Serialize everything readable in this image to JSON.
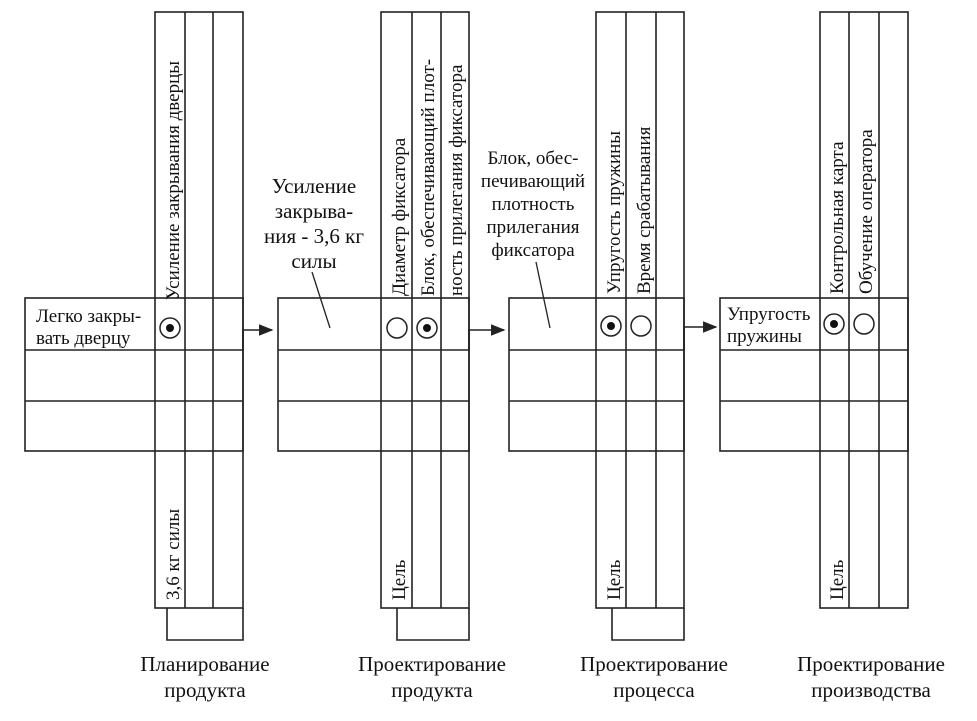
{
  "stage1": {
    "row_label": [
      "Легко закры-",
      "вать дверцу"
    ],
    "col1_top": "Усиление закрывания дверцы",
    "col1_bottom": "3,6 кг силы",
    "caption": [
      "Планирование",
      "продукта"
    ]
  },
  "stage2": {
    "row_label": [
      "Усиление",
      "закрыва-",
      "ния - 3,6 кг",
      "силы"
    ],
    "col1_top": "Диаметр фиксатора",
    "col2_top": [
      "Блок, обеспечивающий плот-",
      "ность прилегания фиксатора"
    ],
    "col1_bottom": "Цель",
    "caption": [
      "Проектирование",
      "продукта"
    ]
  },
  "stage3": {
    "row_label": [
      "Блок, обес-",
      "печивающий",
      "плотность",
      "прилегания",
      "фиксатора"
    ],
    "col1_top": "Упругость пружины",
    "col2_top": "Время срабатывания",
    "col1_bottom": "Цель",
    "caption": [
      "Проектирование",
      "процесса"
    ]
  },
  "stage4": {
    "row_label": [
      "Упругость",
      "пружины"
    ],
    "col1_top": "Контрольная карта",
    "col2_top": "Обучение оператора",
    "col1_bottom": "Цель",
    "caption": [
      "Проектирование",
      "производства"
    ]
  }
}
